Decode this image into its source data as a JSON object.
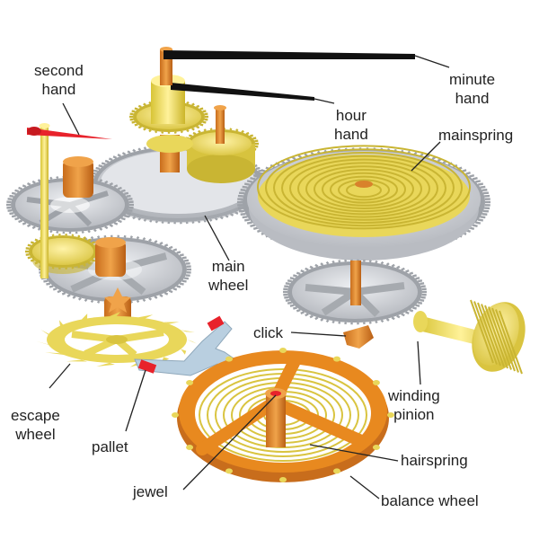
{
  "labels": {
    "second_hand": [
      "second",
      "hand"
    ],
    "minute_hand": [
      "minute",
      "hand"
    ],
    "hour_hand": [
      "hour",
      "hand"
    ],
    "mainspring": [
      "mainspring"
    ],
    "main_wheel": [
      "main",
      "wheel"
    ],
    "click": [
      "click"
    ],
    "winding_pinion": [
      "winding",
      "pinion"
    ],
    "escape_wheel": [
      "escape",
      "wheel"
    ],
    "pallet": [
      "pallet"
    ],
    "jewel": [
      "jewel"
    ],
    "hairspring": [
      "hairspring"
    ],
    "balance_wheel": [
      "balance wheel"
    ]
  },
  "colors": {
    "steel": "#cfd1d6",
    "steel_dark": "#9ea2a8",
    "brass": "#e9d75a",
    "brass_dark": "#c9b533",
    "copper": "#d9822b",
    "copper_dark": "#b3641a",
    "orange_ring": "#e8891f",
    "pallet_blue": "#b9cfe0",
    "jewel_red": "#e8222b",
    "hand_black": "#111111",
    "second_hand_red": "#e8222b",
    "leader_line": "#222222"
  }
}
